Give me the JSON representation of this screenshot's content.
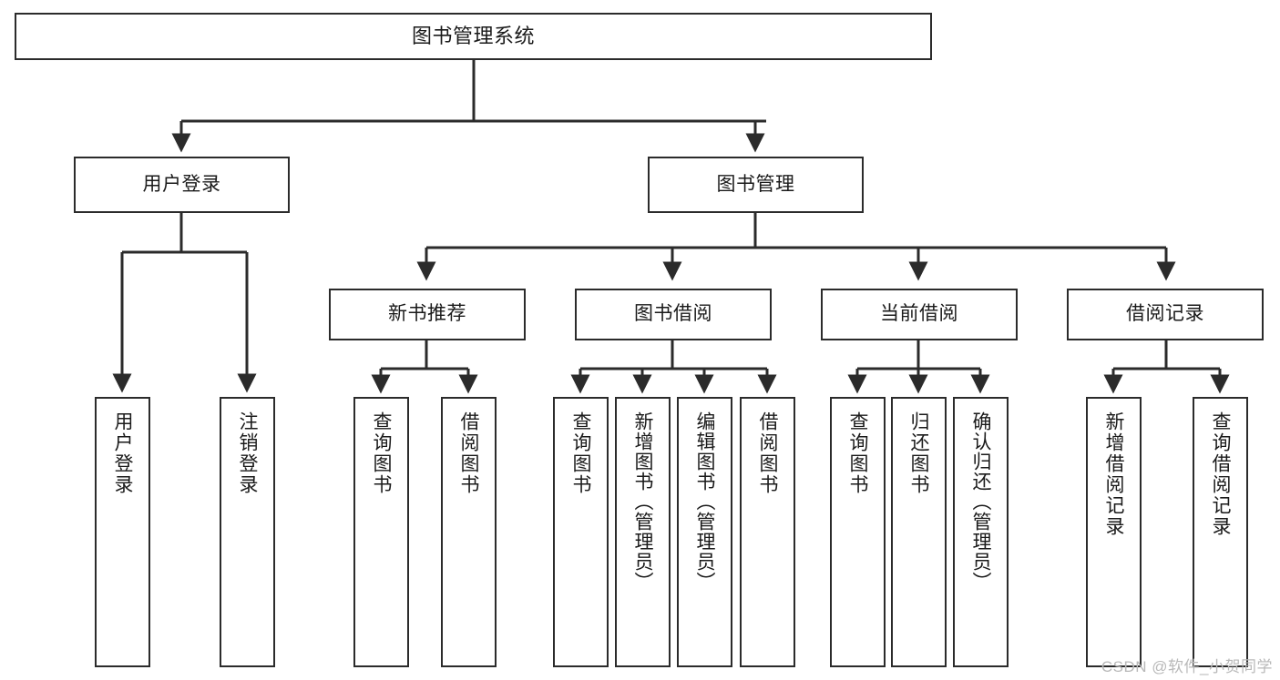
{
  "diagram": {
    "title": "图书管理系统",
    "watermark": "CSDN @软件_小贺同学",
    "line_color": "#2b2b2b",
    "box_fill": "#ffffff",
    "text_color": "#1a1a1a",
    "root": {
      "label": "图书管理系统"
    },
    "branches": [
      {
        "label": "用户登录"
      },
      {
        "label": "图书管理"
      }
    ],
    "subbranches": [
      {
        "label": "新书推荐"
      },
      {
        "label": "图书借阅"
      },
      {
        "label": "当前借阅"
      },
      {
        "label": "借阅记录"
      }
    ],
    "leaves": [
      {
        "label": "用户登录"
      },
      {
        "label": "注销登录"
      },
      {
        "label": "查询图书"
      },
      {
        "label": "借阅图书"
      },
      {
        "label": "查询图书"
      },
      {
        "label": "新增图书（管理员）"
      },
      {
        "label": "编辑图书（管理员）"
      },
      {
        "label": "借阅图书"
      },
      {
        "label": "查询图书"
      },
      {
        "label": "归还图书"
      },
      {
        "label": "确认归还（管理员）"
      },
      {
        "label": "新增借阅记录"
      },
      {
        "label": "查询借阅记录"
      }
    ]
  }
}
